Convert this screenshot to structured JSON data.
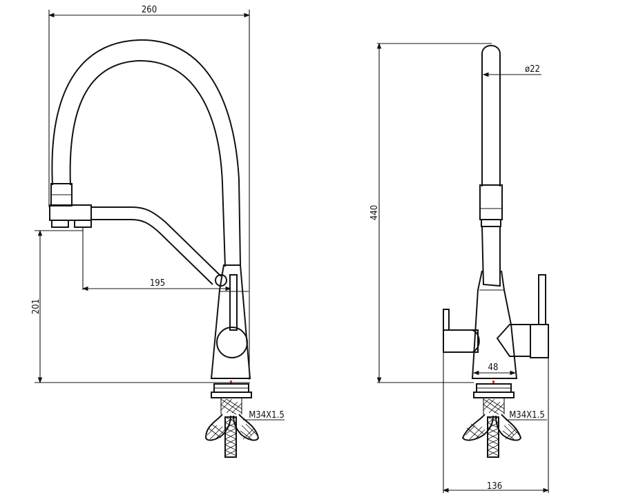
{
  "dimensions": {
    "front_overall_width": "260",
    "front_spout_reach": "195",
    "front_spout_height": "201",
    "side_total_height": "440",
    "side_tube_diameter": "ø22",
    "side_base_diameter": "48",
    "side_overall_depth": "136",
    "thread_front": "M34X1.5",
    "thread_side": "M34X1.5"
  },
  "colors": {
    "line": "#111111",
    "marker": "#dd3333"
  }
}
